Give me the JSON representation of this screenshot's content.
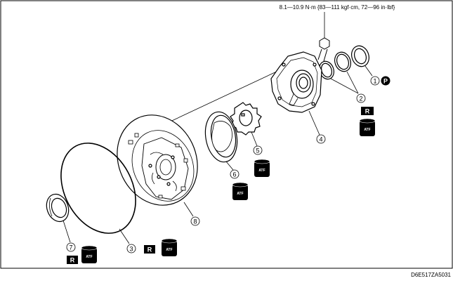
{
  "torque_spec": "8.1—10.9 N·m {83—111 kgf·cm, 72—96 in·lbf}",
  "image_code": "D6E517ZA5031",
  "part_numbers": [
    "1",
    "2",
    "3",
    "4",
    "5",
    "6",
    "7",
    "8"
  ],
  "symbols": {
    "replace": "R",
    "atf": "ATF",
    "petroleum_jelly": "P"
  },
  "colors": {
    "line": "#000000",
    "background": "#ffffff"
  }
}
